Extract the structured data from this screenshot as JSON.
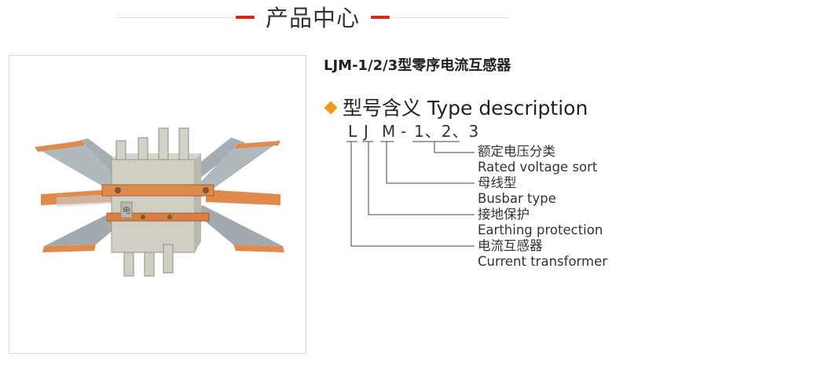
{
  "header": {
    "title": "产品中心"
  },
  "product": {
    "title": "LJM-1/2/3型零序电流互感器",
    "image_alt_label": "电"
  },
  "type_description": {
    "heading": "型号含义 Type description",
    "code_letters": [
      "L",
      "J",
      "M",
      "-",
      "1、2、3"
    ],
    "items": [
      {
        "cn": "额定电压分类",
        "en": "Rated voltage sort"
      },
      {
        "cn": "母线型",
        "en": "Busbar type"
      },
      {
        "cn": "接地保护",
        "en": "Earthing protection"
      },
      {
        "cn": "电流互感器",
        "en": "Current transformer"
      }
    ]
  },
  "colors": {
    "accent_red": "#d9251d",
    "diamond_orange": "#f39a1b",
    "copper": "#e08a4e",
    "busbar_gray": "#9aa3a8"
  }
}
